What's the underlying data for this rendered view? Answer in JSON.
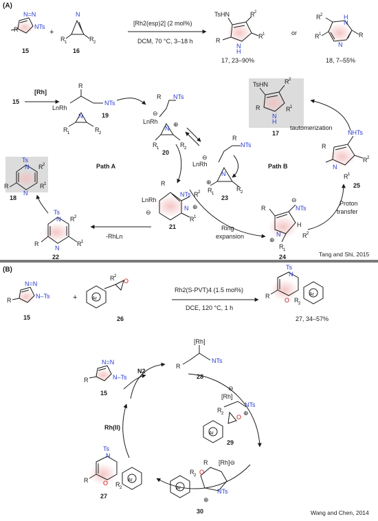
{
  "section_a": {
    "label": "(A)",
    "reaction": {
      "reactant1_num": "15",
      "reactant2_num": "16",
      "plus": "+",
      "conditions_top": "[Rh2(esp)2] (2 mol%)",
      "conditions_bottom": "DCM, 70 °C, 3–18 h",
      "product1_label": "17, 23–90%",
      "or_text": "or",
      "product2_label": "18, 7–55%"
    },
    "mechanism": {
      "start_num": "15",
      "rh_catalyst": "[Rh]",
      "nums": [
        "19",
        "20",
        "21",
        "22",
        "18",
        "23",
        "24",
        "25",
        "17"
      ],
      "path_a": "Path A",
      "path_b": "Path B",
      "tautomerization": "tautomerization",
      "proton_transfer_1": "Proton",
      "proton_transfer_2": "transfer",
      "ring_expansion_1": "Ring",
      "ring_expansion_2": "expansion",
      "elimination": "-RhLn"
    },
    "citation": "Tang and Shi, 2015"
  },
  "section_b": {
    "label": "(B)",
    "reaction": {
      "reactant1_num": "15",
      "plus": "+",
      "reactant2_num": "26",
      "conditions_top": "Rh2(S-PVT)4 (1.5 mol%)",
      "conditions_bottom": "DCE, 120 °C, 1 h",
      "product_label": "27, 34–57%"
    },
    "cycle": {
      "n2": "N2",
      "catalyst": "Rh(II)",
      "nums": [
        "15",
        "28",
        "29",
        "30",
        "27"
      ]
    },
    "citation": "Wang and Chen, 2014"
  },
  "colors": {
    "ink": "#1a1a1a",
    "divider": "#7a7a7a",
    "highlight": "#dcdcdc",
    "n_color": "#2a3bd0",
    "o_color": "#c01818",
    "glow": "#f3c0c0"
  }
}
